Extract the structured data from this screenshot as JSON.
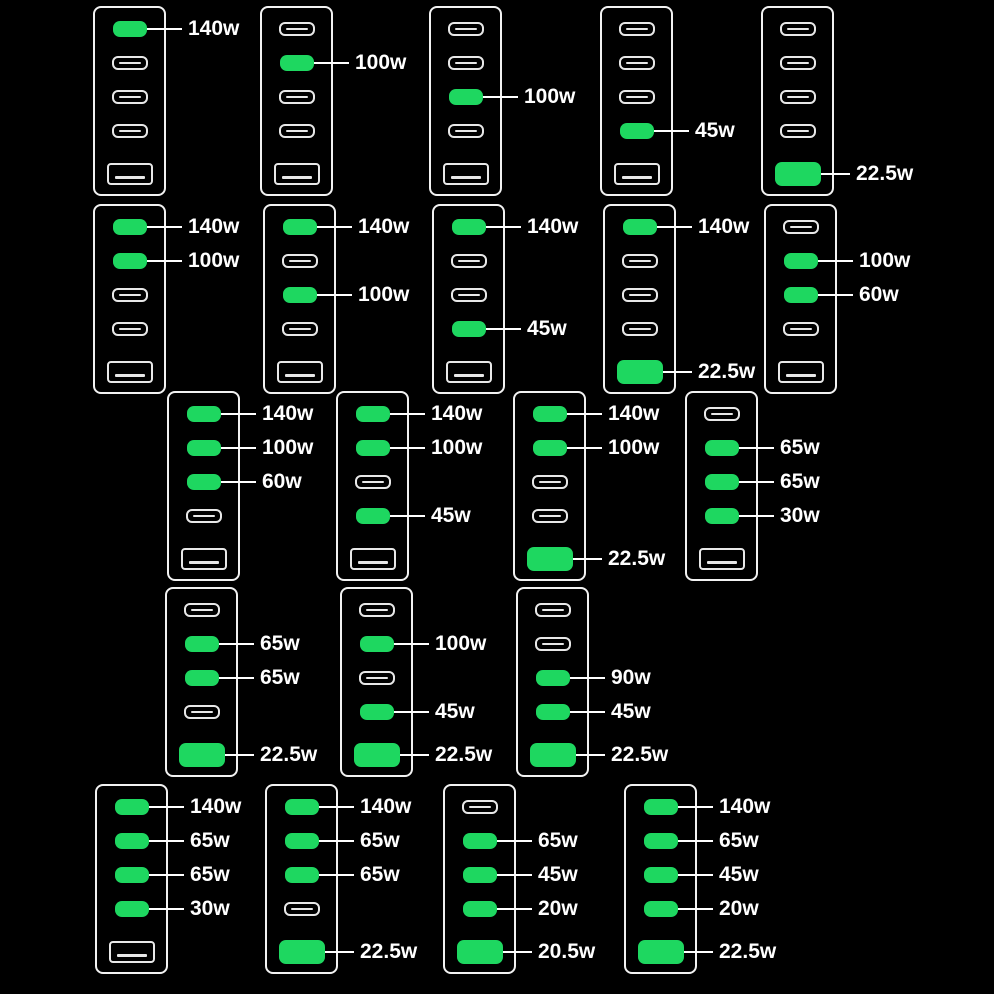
{
  "colors": {
    "background": "#000000",
    "frame": "#f2f2f2",
    "active_port": "#1ed760",
    "text": "#ffffff"
  },
  "icons": {
    "usb_c_port": "usb-c-port-icon",
    "usb_a_port": "usb-a-port-icon"
  },
  "rows": [
    {
      "chargers": [
        {
          "ports": [
            {
              "type": "usb-c",
              "active": true,
              "label": "140w"
            },
            {
              "type": "usb-c",
              "active": false
            },
            {
              "type": "usb-c",
              "active": false
            },
            {
              "type": "usb-c",
              "active": false
            },
            {
              "type": "usb-a",
              "active": false
            }
          ]
        },
        {
          "ports": [
            {
              "type": "usb-c",
              "active": false
            },
            {
              "type": "usb-c",
              "active": true,
              "label": "100w"
            },
            {
              "type": "usb-c",
              "active": false
            },
            {
              "type": "usb-c",
              "active": false
            },
            {
              "type": "usb-a",
              "active": false
            }
          ]
        },
        {
          "ports": [
            {
              "type": "usb-c",
              "active": false
            },
            {
              "type": "usb-c",
              "active": false
            },
            {
              "type": "usb-c",
              "active": true,
              "label": "100w"
            },
            {
              "type": "usb-c",
              "active": false
            },
            {
              "type": "usb-a",
              "active": false
            }
          ]
        },
        {
          "ports": [
            {
              "type": "usb-c",
              "active": false
            },
            {
              "type": "usb-c",
              "active": false
            },
            {
              "type": "usb-c",
              "active": false
            },
            {
              "type": "usb-c",
              "active": true,
              "label": "45w"
            },
            {
              "type": "usb-a",
              "active": false
            }
          ]
        },
        {
          "ports": [
            {
              "type": "usb-c",
              "active": false
            },
            {
              "type": "usb-c",
              "active": false
            },
            {
              "type": "usb-c",
              "active": false
            },
            {
              "type": "usb-c",
              "active": false
            },
            {
              "type": "usb-a",
              "active": true,
              "label": "22.5w"
            }
          ]
        }
      ]
    },
    {
      "chargers": [
        {
          "ports": [
            {
              "type": "usb-c",
              "active": true,
              "label": "140w"
            },
            {
              "type": "usb-c",
              "active": true,
              "label": "100w"
            },
            {
              "type": "usb-c",
              "active": false
            },
            {
              "type": "usb-c",
              "active": false
            },
            {
              "type": "usb-a",
              "active": false
            }
          ]
        },
        {
          "ports": [
            {
              "type": "usb-c",
              "active": true,
              "label": "140w"
            },
            {
              "type": "usb-c",
              "active": false
            },
            {
              "type": "usb-c",
              "active": true,
              "label": "100w"
            },
            {
              "type": "usb-c",
              "active": false
            },
            {
              "type": "usb-a",
              "active": false
            }
          ]
        },
        {
          "ports": [
            {
              "type": "usb-c",
              "active": true,
              "label": "140w"
            },
            {
              "type": "usb-c",
              "active": false
            },
            {
              "type": "usb-c",
              "active": false
            },
            {
              "type": "usb-c",
              "active": true,
              "label": "45w"
            },
            {
              "type": "usb-a",
              "active": false
            }
          ]
        },
        {
          "ports": [
            {
              "type": "usb-c",
              "active": true,
              "label": "140w"
            },
            {
              "type": "usb-c",
              "active": false
            },
            {
              "type": "usb-c",
              "active": false
            },
            {
              "type": "usb-c",
              "active": false
            },
            {
              "type": "usb-a",
              "active": true,
              "label": "22.5w"
            }
          ]
        },
        {
          "ports": [
            {
              "type": "usb-c",
              "active": false
            },
            {
              "type": "usb-c",
              "active": true,
              "label": "100w"
            },
            {
              "type": "usb-c",
              "active": true,
              "label": "60w"
            },
            {
              "type": "usb-c",
              "active": false
            },
            {
              "type": "usb-a",
              "active": false
            }
          ]
        }
      ]
    },
    {
      "chargers": [
        {
          "ports": [
            {
              "type": "usb-c",
              "active": true,
              "label": "140w"
            },
            {
              "type": "usb-c",
              "active": true,
              "label": "100w"
            },
            {
              "type": "usb-c",
              "active": true,
              "label": "60w"
            },
            {
              "type": "usb-c",
              "active": false
            },
            {
              "type": "usb-a",
              "active": false
            }
          ]
        },
        {
          "ports": [
            {
              "type": "usb-c",
              "active": true,
              "label": "140w"
            },
            {
              "type": "usb-c",
              "active": true,
              "label": "100w"
            },
            {
              "type": "usb-c",
              "active": false
            },
            {
              "type": "usb-c",
              "active": true,
              "label": "45w"
            },
            {
              "type": "usb-a",
              "active": false
            }
          ]
        },
        {
          "ports": [
            {
              "type": "usb-c",
              "active": true,
              "label": "140w"
            },
            {
              "type": "usb-c",
              "active": true,
              "label": "100w"
            },
            {
              "type": "usb-c",
              "active": false
            },
            {
              "type": "usb-c",
              "active": false
            },
            {
              "type": "usb-a",
              "active": true,
              "label": "22.5w"
            }
          ]
        },
        {
          "ports": [
            {
              "type": "usb-c",
              "active": false
            },
            {
              "type": "usb-c",
              "active": true,
              "label": "65w"
            },
            {
              "type": "usb-c",
              "active": true,
              "label": "65w"
            },
            {
              "type": "usb-c",
              "active": true,
              "label": "30w"
            },
            {
              "type": "usb-a",
              "active": false
            }
          ]
        }
      ]
    },
    {
      "chargers": [
        {
          "ports": [
            {
              "type": "usb-c",
              "active": false
            },
            {
              "type": "usb-c",
              "active": true,
              "label": "65w"
            },
            {
              "type": "usb-c",
              "active": true,
              "label": "65w"
            },
            {
              "type": "usb-c",
              "active": false
            },
            {
              "type": "usb-a",
              "active": true,
              "label": "22.5w"
            }
          ]
        },
        {
          "ports": [
            {
              "type": "usb-c",
              "active": false
            },
            {
              "type": "usb-c",
              "active": true,
              "label": "100w"
            },
            {
              "type": "usb-c",
              "active": false
            },
            {
              "type": "usb-c",
              "active": true,
              "label": "45w"
            },
            {
              "type": "usb-a",
              "active": true,
              "label": "22.5w"
            }
          ]
        },
        {
          "ports": [
            {
              "type": "usb-c",
              "active": false
            },
            {
              "type": "usb-c",
              "active": false
            },
            {
              "type": "usb-c",
              "active": true,
              "label": "90w"
            },
            {
              "type": "usb-c",
              "active": true,
              "label": "45w"
            },
            {
              "type": "usb-a",
              "active": true,
              "label": "22.5w"
            }
          ]
        }
      ]
    },
    {
      "chargers": [
        {
          "ports": [
            {
              "type": "usb-c",
              "active": true,
              "label": "140w"
            },
            {
              "type": "usb-c",
              "active": true,
              "label": "65w"
            },
            {
              "type": "usb-c",
              "active": true,
              "label": "65w"
            },
            {
              "type": "usb-c",
              "active": true,
              "label": "30w"
            },
            {
              "type": "usb-a",
              "active": false
            }
          ]
        },
        {
          "ports": [
            {
              "type": "usb-c",
              "active": true,
              "label": "140w"
            },
            {
              "type": "usb-c",
              "active": true,
              "label": "65w"
            },
            {
              "type": "usb-c",
              "active": true,
              "label": "65w"
            },
            {
              "type": "usb-c",
              "active": false
            },
            {
              "type": "usb-a",
              "active": true,
              "label": "22.5w"
            }
          ]
        },
        {
          "ports": [
            {
              "type": "usb-c",
              "active": false
            },
            {
              "type": "usb-c",
              "active": true,
              "label": "65w"
            },
            {
              "type": "usb-c",
              "active": true,
              "label": "45w"
            },
            {
              "type": "usb-c",
              "active": true,
              "label": "20w"
            },
            {
              "type": "usb-a",
              "active": true,
              "label": "20.5w"
            }
          ]
        },
        {
          "ports": [
            {
              "type": "usb-c",
              "active": true,
              "label": "140w"
            },
            {
              "type": "usb-c",
              "active": true,
              "label": "65w"
            },
            {
              "type": "usb-c",
              "active": true,
              "label": "45w"
            },
            {
              "type": "usb-c",
              "active": true,
              "label": "20w"
            },
            {
              "type": "usb-a",
              "active": true,
              "label": "22.5w"
            }
          ]
        }
      ]
    }
  ]
}
